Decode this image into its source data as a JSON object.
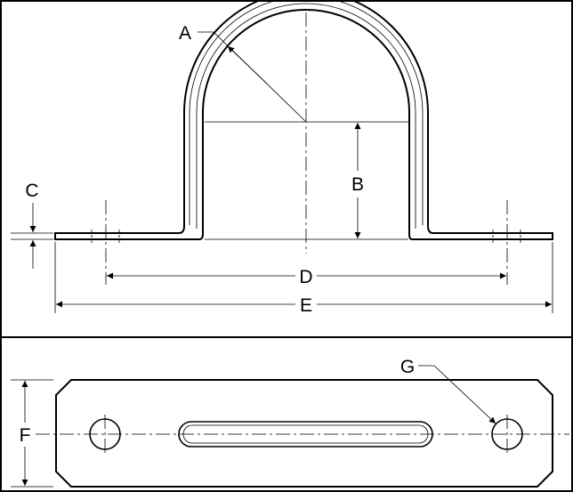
{
  "diagram": {
    "colors": {
      "line": "#000000",
      "background": "#ffffff",
      "label_background": "#ffffff"
    },
    "labels": {
      "a": "A",
      "b": "B",
      "c": "C",
      "d": "D",
      "e": "E",
      "f": "F",
      "g": "G"
    }
  }
}
